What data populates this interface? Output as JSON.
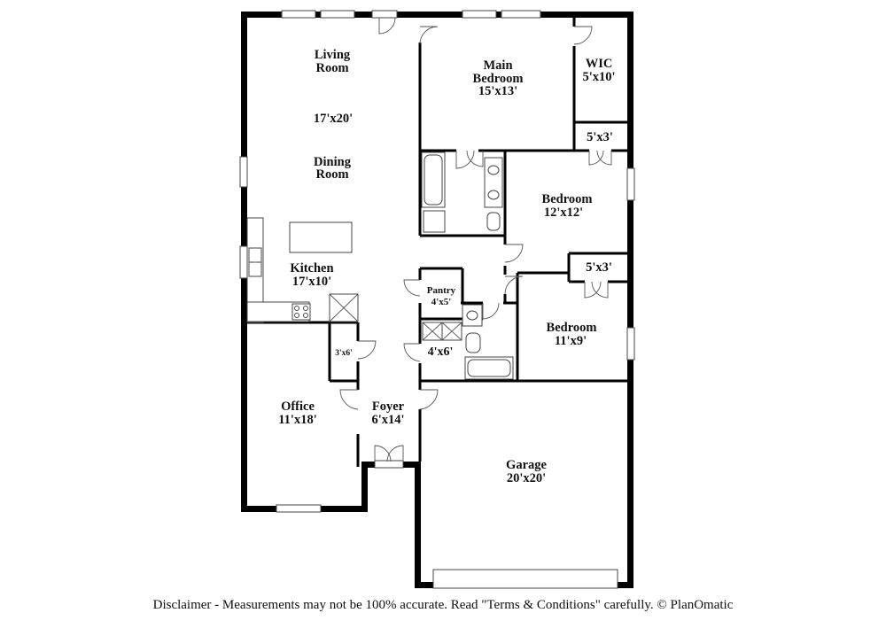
{
  "rooms": {
    "living_room": {
      "name_line1": "Living",
      "name_line2": "Room"
    },
    "living_dining_size": "17'x20'",
    "dining_room": {
      "name_line1": "Dining",
      "name_line2": "Room"
    },
    "kitchen": {
      "name": "Kitchen",
      "size": "17'x10'"
    },
    "main_bedroom": {
      "name_line1": "Main",
      "name_line2": "Bedroom",
      "size": "15'x13'"
    },
    "wic": {
      "name": "WIC",
      "size": "5'x10'"
    },
    "closet_main_hall": {
      "size": "5'x3'"
    },
    "bedroom_2": {
      "name": "Bedroom",
      "size": "12'x12'"
    },
    "closet_bedroom_3": {
      "size": "5'x3'"
    },
    "bedroom_3": {
      "name": "Bedroom",
      "size": "11'x9'"
    },
    "pantry": {
      "name": "Pantry",
      "size": "4'x5'"
    },
    "hall_bath": {
      "size": "4'x6'"
    },
    "coat_closet": {
      "size": "3'x6'"
    },
    "office": {
      "name": "Office",
      "size": "11'x18'"
    },
    "foyer": {
      "name": "Foyer",
      "size": "6'x14'"
    },
    "garage": {
      "name": "Garage",
      "size": "20'x20'"
    }
  },
  "disclaimer": "Disclaimer - Measurements may not be 100% accurate. Read \"Terms & Conditions\" carefully. © PlanOmatic"
}
